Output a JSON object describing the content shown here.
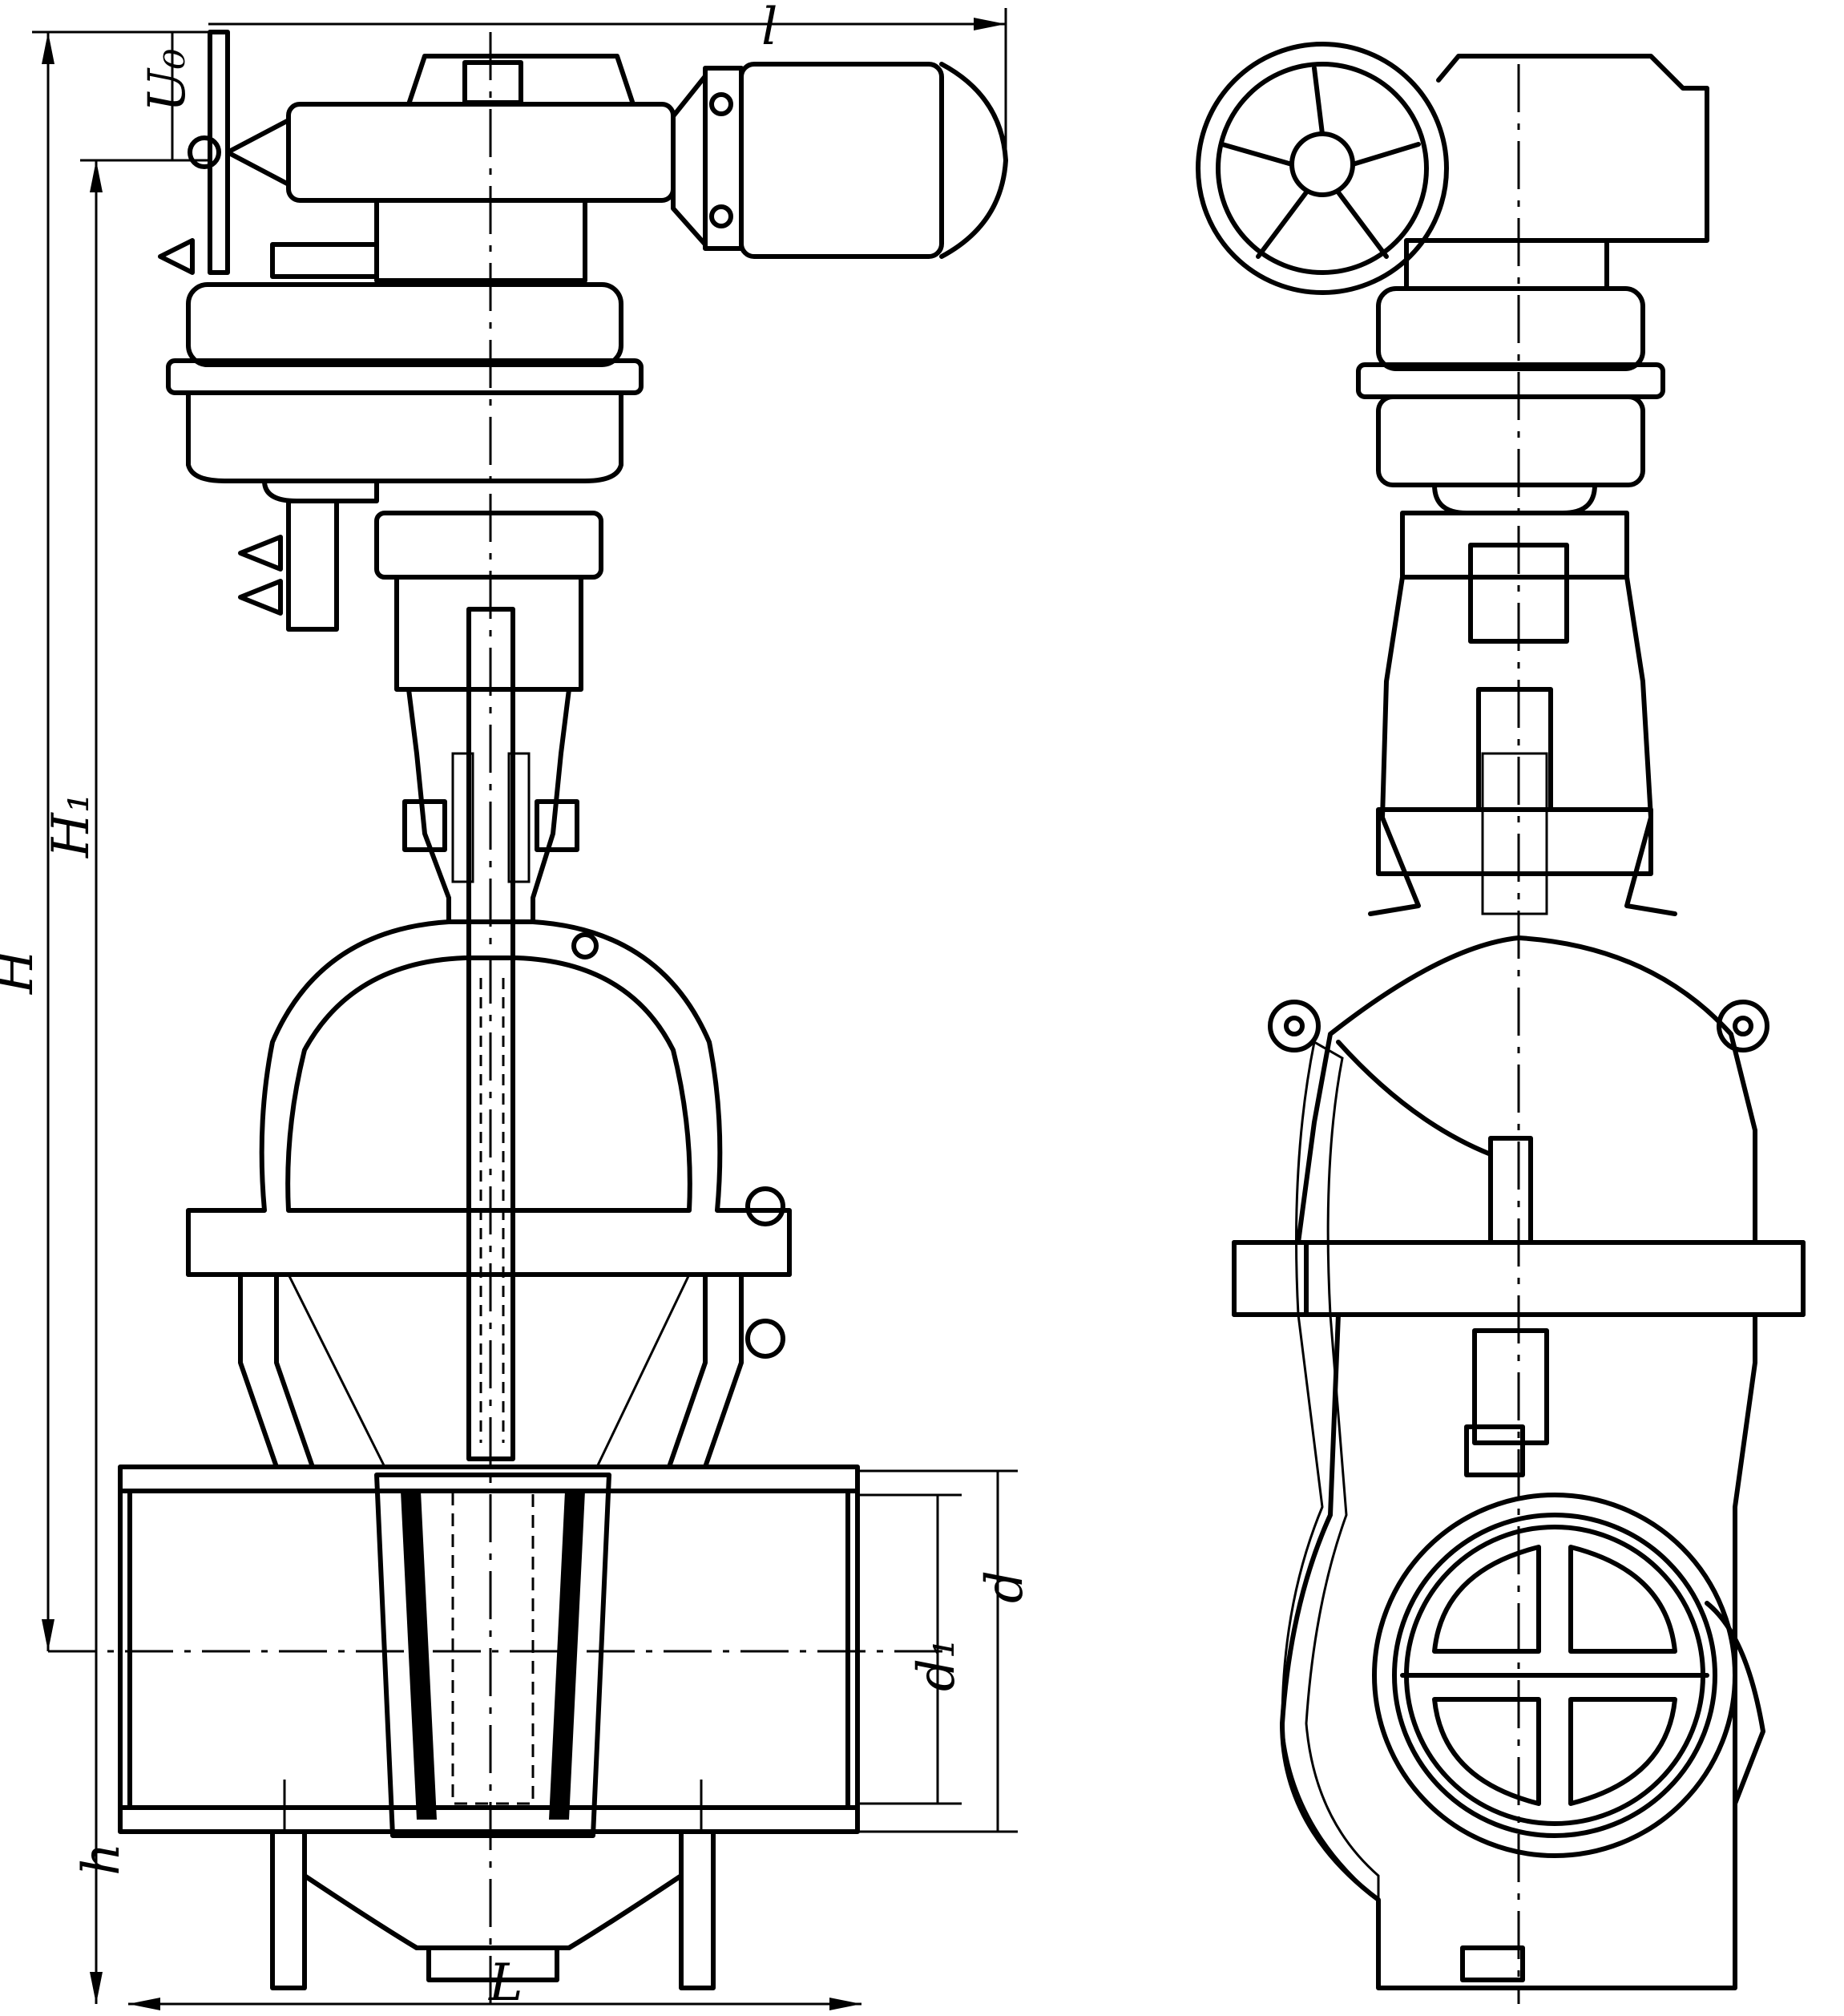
{
  "labels": {
    "height_total": "H",
    "height_axis": "H₁",
    "height_bottom": "h",
    "length_top": "l",
    "length_bottom": "L",
    "handwheel_offset": "U₀",
    "diameter_outer": "d",
    "diameter_inner": "d₁"
  }
}
